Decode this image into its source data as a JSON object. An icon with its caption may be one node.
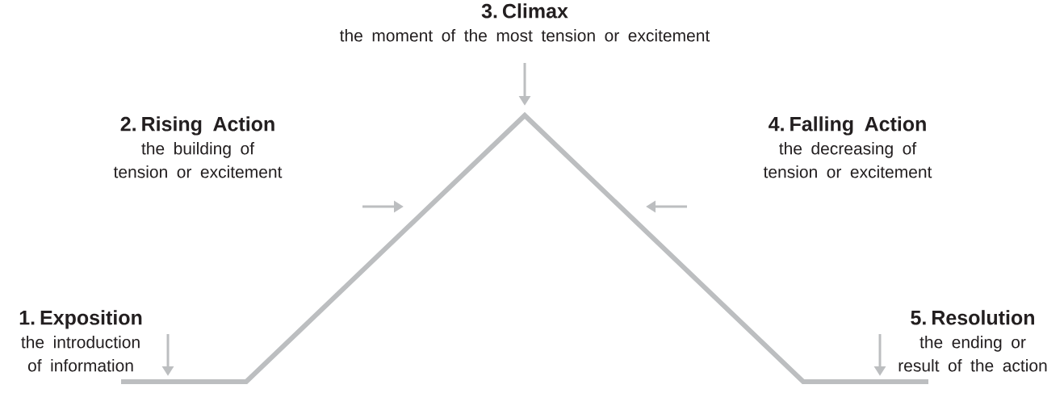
{
  "diagram": {
    "nodes": [
      {
        "text": [
          "1.  Exposition",
          "the introduction of information"
        ]
      },
      {
        "text": [
          "2.  Rising Action",
          "the building of tension or excitement"
        ]
      },
      {
        "text": [
          "3.  Climax",
          "the moment of the most tension or excitement"
        ]
      },
      {
        "text": [
          "4.  Falling Action",
          "the decreasing of tension or excitement"
        ]
      },
      {
        "text": [
          "5.  Resolution",
          "the ending or result of the action"
        ]
      }
    ]
  }
}
